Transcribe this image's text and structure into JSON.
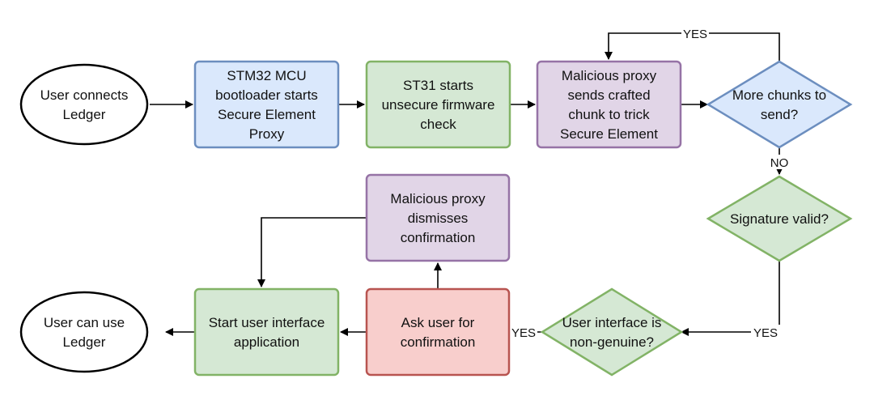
{
  "colors": {
    "blue_fill": "#dae8fc",
    "blue_stroke": "#6c8ebf",
    "green_fill": "#d5e8d4",
    "green_stroke": "#82b366",
    "purple_fill": "#e1d5e7",
    "purple_stroke": "#9673a6",
    "red_fill": "#f8cecc",
    "red_stroke": "#b85450",
    "line": "#000000"
  },
  "nodes": {
    "start": {
      "lines": [
        "User connects",
        "Ledger"
      ]
    },
    "bootloader": {
      "lines": [
        "STM32 MCU",
        "bootloader starts",
        "Secure Element",
        "Proxy"
      ]
    },
    "st31": {
      "lines": [
        "ST31 starts",
        "unsecure firmware",
        "check"
      ]
    },
    "proxy_send": {
      "lines": [
        "Malicious proxy",
        "sends crafted",
        "chunk to trick",
        "Secure Element"
      ]
    },
    "more_chunks": {
      "lines": [
        "More chunks to",
        "send?"
      ]
    },
    "signature": {
      "lines": [
        "Signature valid?"
      ]
    },
    "non_genuine": {
      "lines": [
        "User interface is",
        "non-genuine?"
      ]
    },
    "ask_user": {
      "lines": [
        "Ask user for",
        "confirmation"
      ]
    },
    "proxy_dismiss": {
      "lines": [
        "Malicious proxy",
        "dismisses",
        "confirmation"
      ]
    },
    "start_ui": {
      "lines": [
        "Start user interface",
        "application"
      ]
    },
    "end": {
      "lines": [
        "User can use",
        "Ledger"
      ]
    }
  },
  "edge_labels": {
    "loop_yes": "YES",
    "chunks_no": "NO",
    "signature_yes": "YES",
    "non_genuine_yes": "YES"
  }
}
